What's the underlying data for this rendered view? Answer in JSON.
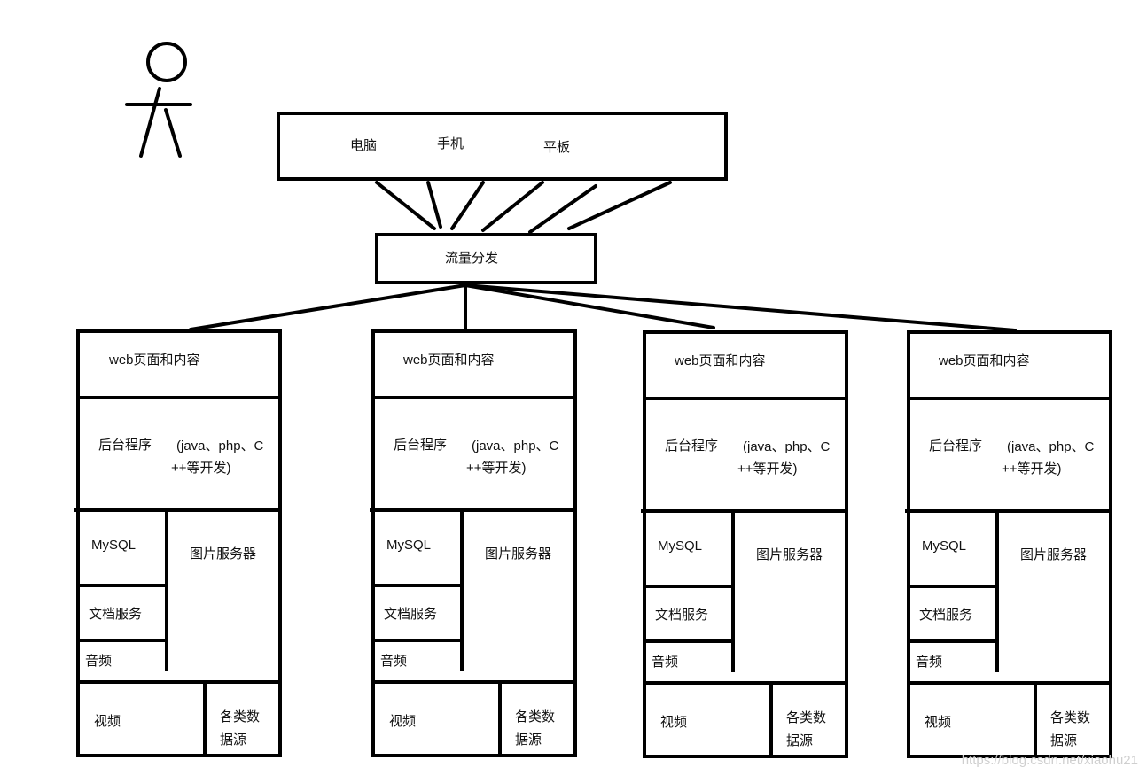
{
  "devices": {
    "computer": "电脑",
    "phone": "手机",
    "tablet": "平板"
  },
  "dispatcher": "流量分发",
  "server_nodes": [
    {
      "web": "web页面和内容",
      "backend_title": "后台程序",
      "backend_line1": "(java、php、C",
      "backend_line2": "++等开发)",
      "mysql": "MySQL",
      "image_server": "图片服务器",
      "doc_service": "文档服务",
      "audio": "音频",
      "video": "视频",
      "data_line1": "各类数",
      "data_line2": "据源"
    },
    {
      "web": "web页面和内容",
      "backend_title": "后台程序",
      "backend_line1": "(java、php、C",
      "backend_line2": "++等开发)",
      "mysql": "MySQL",
      "image_server": "图片服务器",
      "doc_service": "文档服务",
      "audio": "音频",
      "video": "视频",
      "data_line1": "各类数",
      "data_line2": "据源"
    },
    {
      "web": "web页面和内容",
      "backend_title": "后台程序",
      "backend_line1": "(java、php、C",
      "backend_line2": "++等开发)",
      "mysql": "MySQL",
      "image_server": "图片服务器",
      "doc_service": "文档服务",
      "audio": "音频",
      "video": "视频",
      "data_line1": "各类数",
      "data_line2": "据源"
    },
    {
      "web": "web页面和内容",
      "backend_title": "后台程序",
      "backend_line1": "(java、php、C",
      "backend_line2": "++等开发)",
      "mysql": "MySQL",
      "image_server": "图片服务器",
      "doc_service": "文档服务",
      "audio": "音频",
      "video": "视频",
      "data_line1": "各类数",
      "data_line2": "据源"
    }
  ],
  "watermark": "https://blog.csdn.net/xiaohu21"
}
